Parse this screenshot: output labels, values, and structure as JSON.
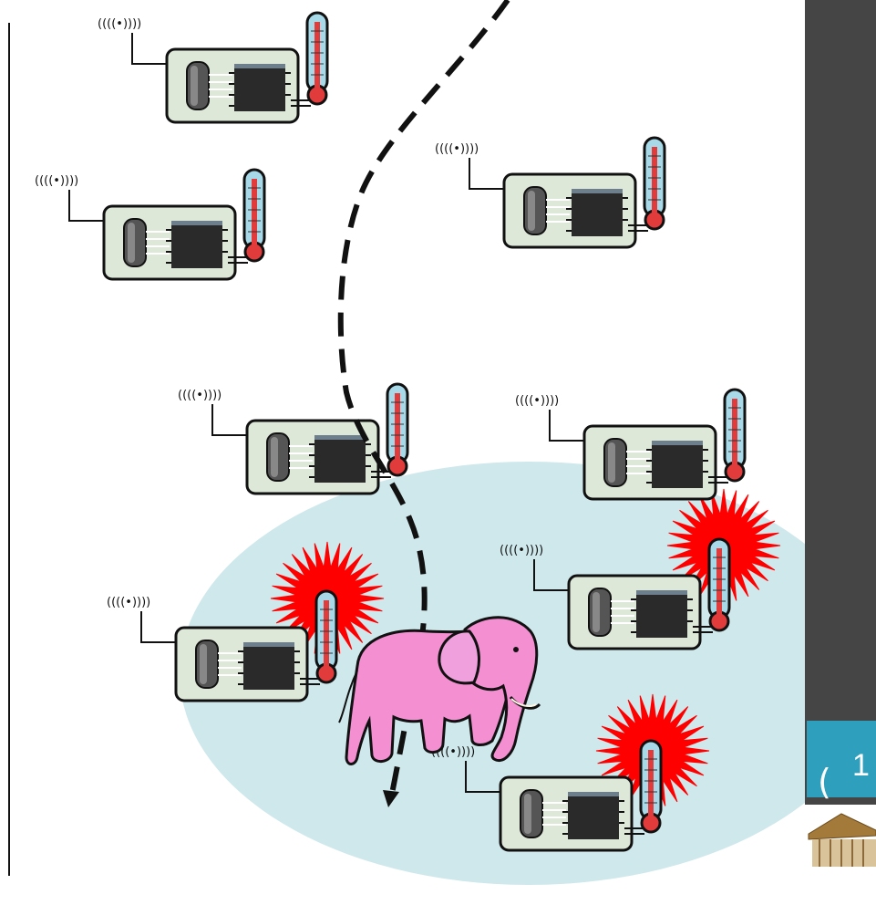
{
  "slide": {
    "number": "1",
    "bracket": "(",
    "colors": {
      "sidebar": "#454545",
      "badge": "#2e9fbd",
      "sensing_region": "#cfe8ec",
      "alarm_burst": "#ff0000",
      "elephant": "#f48fd2",
      "node_board": "#dde8d8",
      "chip": "#2a2a2a"
    }
  },
  "diagram": {
    "signal_label": "((((•))))",
    "nodes": [
      {
        "id": "node-1",
        "alarm": false
      },
      {
        "id": "node-2",
        "alarm": false
      },
      {
        "id": "node-3",
        "alarm": false
      },
      {
        "id": "node-4",
        "alarm": false
      },
      {
        "id": "node-5",
        "alarm": false
      },
      {
        "id": "node-6",
        "alarm": true
      },
      {
        "id": "node-7",
        "alarm": true
      },
      {
        "id": "node-8",
        "alarm": true
      }
    ],
    "icons": [
      "radio-antenna-icon",
      "battery-icon",
      "microchip-icon",
      "thermometer-icon",
      "alarm-burst-icon",
      "elephant-icon"
    ]
  }
}
